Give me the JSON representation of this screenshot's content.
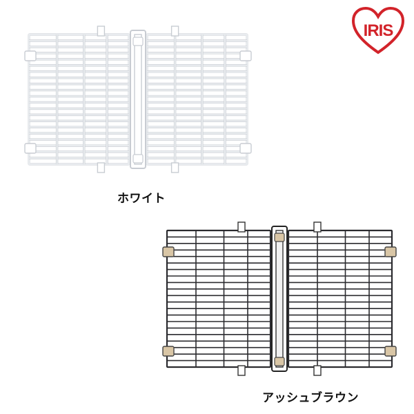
{
  "brand": {
    "logo_text": "IRIS",
    "logo_color": "#d2232a"
  },
  "variants": [
    {
      "label": "ホワイト",
      "frame_color": "#e9ecef",
      "outline_color": "#c8ccd2",
      "clip_color": "#ffffff"
    },
    {
      "label": "アッシュブラウン",
      "frame_color": "#2b2b2f",
      "outline_color": "#1a1a1d",
      "clip_color": "#d9c6a6"
    }
  ]
}
